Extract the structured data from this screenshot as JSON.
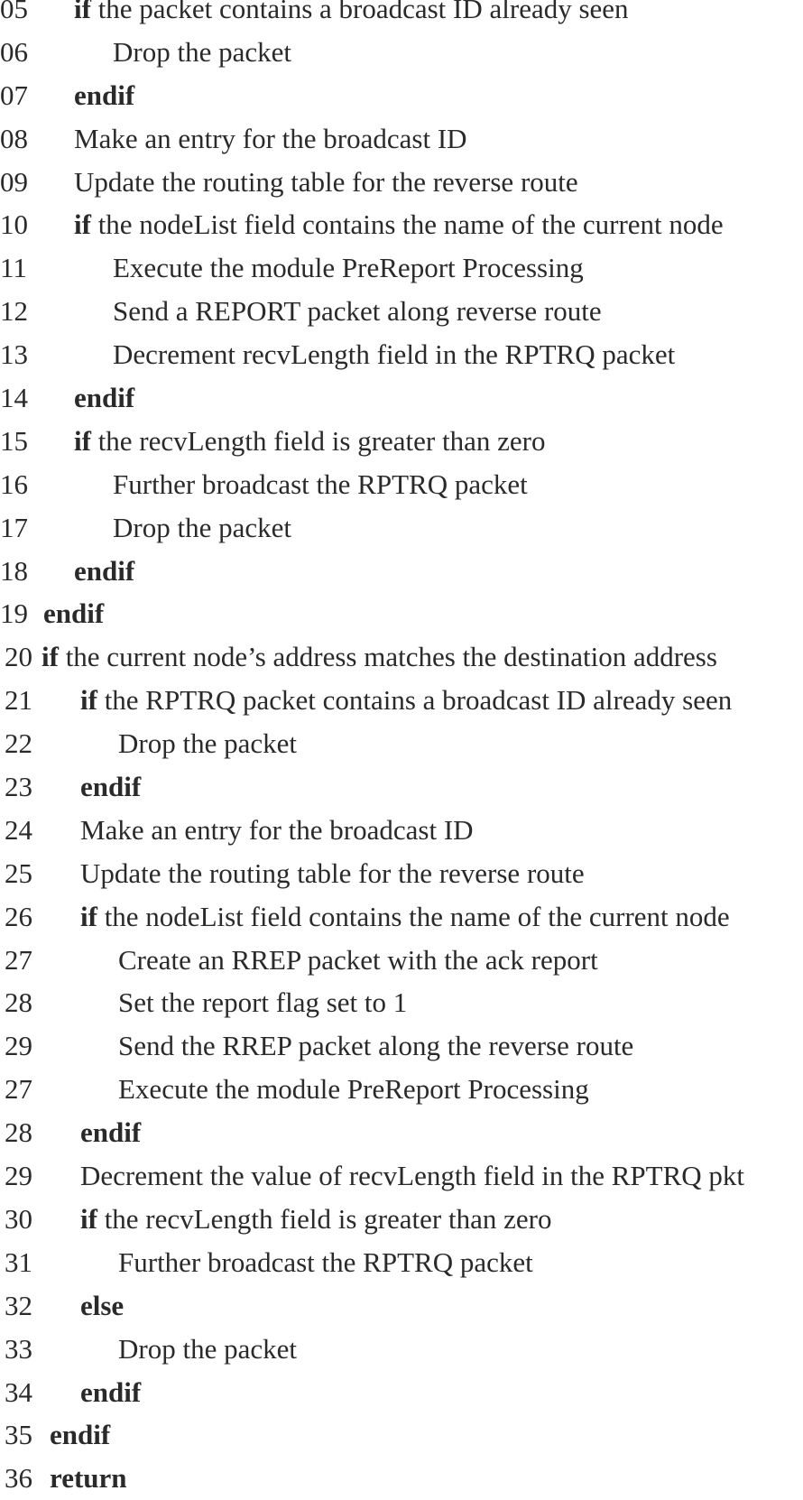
{
  "lines": [
    {
      "num": "05",
      "kw": "if",
      "text": " the packet contains a broadcast ID already seen"
    },
    {
      "num": "06",
      "kw": "",
      "text": "Drop the packet"
    },
    {
      "num": "07",
      "kw": "endif",
      "text": ""
    },
    {
      "num": "08",
      "kw": "",
      "text": "Make an entry for the broadcast ID"
    },
    {
      "num": "09",
      "kw": "",
      "text": "Update the routing table for the reverse route"
    },
    {
      "num": "10",
      "kw": "if",
      "text": " the nodeList field contains the name of the current node"
    },
    {
      "num": "11",
      "kw": "",
      "text": "Execute the module PreReport Processing"
    },
    {
      "num": "12",
      "kw": "",
      "text": "Send a REPORT packet along reverse route"
    },
    {
      "num": "13",
      "kw": "",
      "text": "Decrement recvLength field in the RPTRQ packet"
    },
    {
      "num": "14",
      "kw": "endif",
      "text": ""
    },
    {
      "num": "15",
      "kw": "if",
      "text": " the recvLength field is greater than zero"
    },
    {
      "num": "16",
      "kw": "",
      "text": "Further broadcast the RPTRQ packet"
    },
    {
      "num": "17",
      "kw": "",
      "text": "Drop the packet"
    },
    {
      "num": "18",
      "kw": "endif",
      "text": ""
    },
    {
      "num": "19",
      "kw": "endif",
      "text": ""
    },
    {
      "num": "20",
      "kw": "if",
      "text": " the current node’s address matches the destination address"
    },
    {
      "num": "21",
      "kw": "if",
      "text": " the RPTRQ packet contains a broadcast ID already seen"
    },
    {
      "num": "22",
      "kw": "",
      "text": "Drop the packet"
    },
    {
      "num": "23",
      "kw": "endif",
      "text": ""
    },
    {
      "num": "24",
      "kw": "",
      "text": "Make an entry for the broadcast ID"
    },
    {
      "num": "25",
      "kw": "",
      "text": "Update the routing table for the reverse route"
    },
    {
      "num": "26",
      "kw": "if",
      "text": " the nodeList field contains the name of the current node"
    },
    {
      "num": "27",
      "kw": "",
      "text": "Create an RREP packet with the ack report"
    },
    {
      "num": "28",
      "kw": "",
      "text": "Set the report flag set to 1"
    },
    {
      "num": "29",
      "kw": "",
      "text": "Send the RREP packet along the reverse route"
    },
    {
      "num": "27",
      "kw": "",
      "text": "Execute the module PreReport Processing"
    },
    {
      "num": "28",
      "kw": "endif",
      "text": ""
    },
    {
      "num": "29",
      "kw": "",
      "text": "Decrement the value of recvLength  field in the RPTRQ pkt"
    },
    {
      "num": "30",
      "kw": "if",
      "text": " the recvLength field is greater than zero"
    },
    {
      "num": "31",
      "kw": "",
      "text": "Further broadcast the RPTRQ packet"
    },
    {
      "num": "32",
      "kw": "else",
      "text": ""
    },
    {
      "num": "33",
      "kw": "",
      "text": "Drop the packet"
    },
    {
      "num": "34",
      "kw": "endif",
      "text": ""
    },
    {
      "num": "35",
      "kw": "endif",
      "text": ""
    },
    {
      "num": "36",
      "kw": "return",
      "text": ""
    }
  ]
}
